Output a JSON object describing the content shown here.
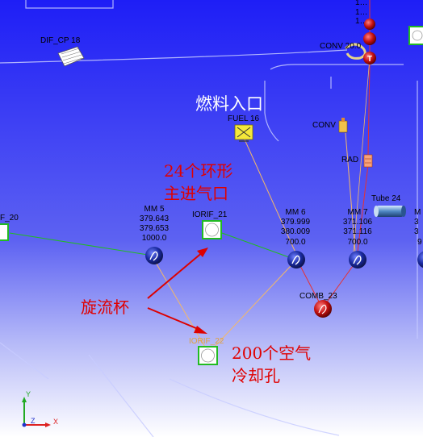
{
  "colors": {
    "bg_top": "#1e1ef6",
    "bg_bottom": "#ffffff",
    "flow_green": "#22bb22",
    "flow_orange": "#f2b86a",
    "flow_red": "#e83030",
    "node_navy": "#1a2aa0",
    "annotation_red": "#dd0000",
    "callout_white": "#ffffff"
  },
  "components": {
    "dif_cp": "DIF_CP 18",
    "fuel": "FUEL 16",
    "conv_top": "CONV 20.0",
    "conv_mid": "CONV",
    "rad": "RAD",
    "tube": "Tube 24",
    "iorif_21": "IORIF_21",
    "iorif_22": "IORIF_22",
    "orif_20": "F_20",
    "comb": "COMB_23"
  },
  "nodes": {
    "mm5": {
      "name": "MM 5",
      "v1": "379.643",
      "v2": "379.653",
      "v3": "1000.0"
    },
    "mm6": {
      "name": "MM 6",
      "v1": "379.999",
      "v2": "380.009",
      "v3": "700.0"
    },
    "mm7": {
      "name": "MM 7",
      "v1": "371.106",
      "v2": "371.116",
      "v3": "700.0"
    },
    "mm_right": {
      "name": "M",
      "v1": "3",
      "v2": "3",
      "v3": "9"
    }
  },
  "top_fragments": [
    "1…",
    "1…",
    "1…"
  ],
  "annotations": {
    "fuel_inlet": "燃料入口",
    "main_inlet_line1": "24个环形",
    "main_inlet_line2": "主进气口",
    "swirler": "旋流杯",
    "cooling_line1": "200个空气",
    "cooling_line2": "冷却孔"
  },
  "axes": {
    "y": "Y",
    "z": "Z",
    "x": "X"
  }
}
